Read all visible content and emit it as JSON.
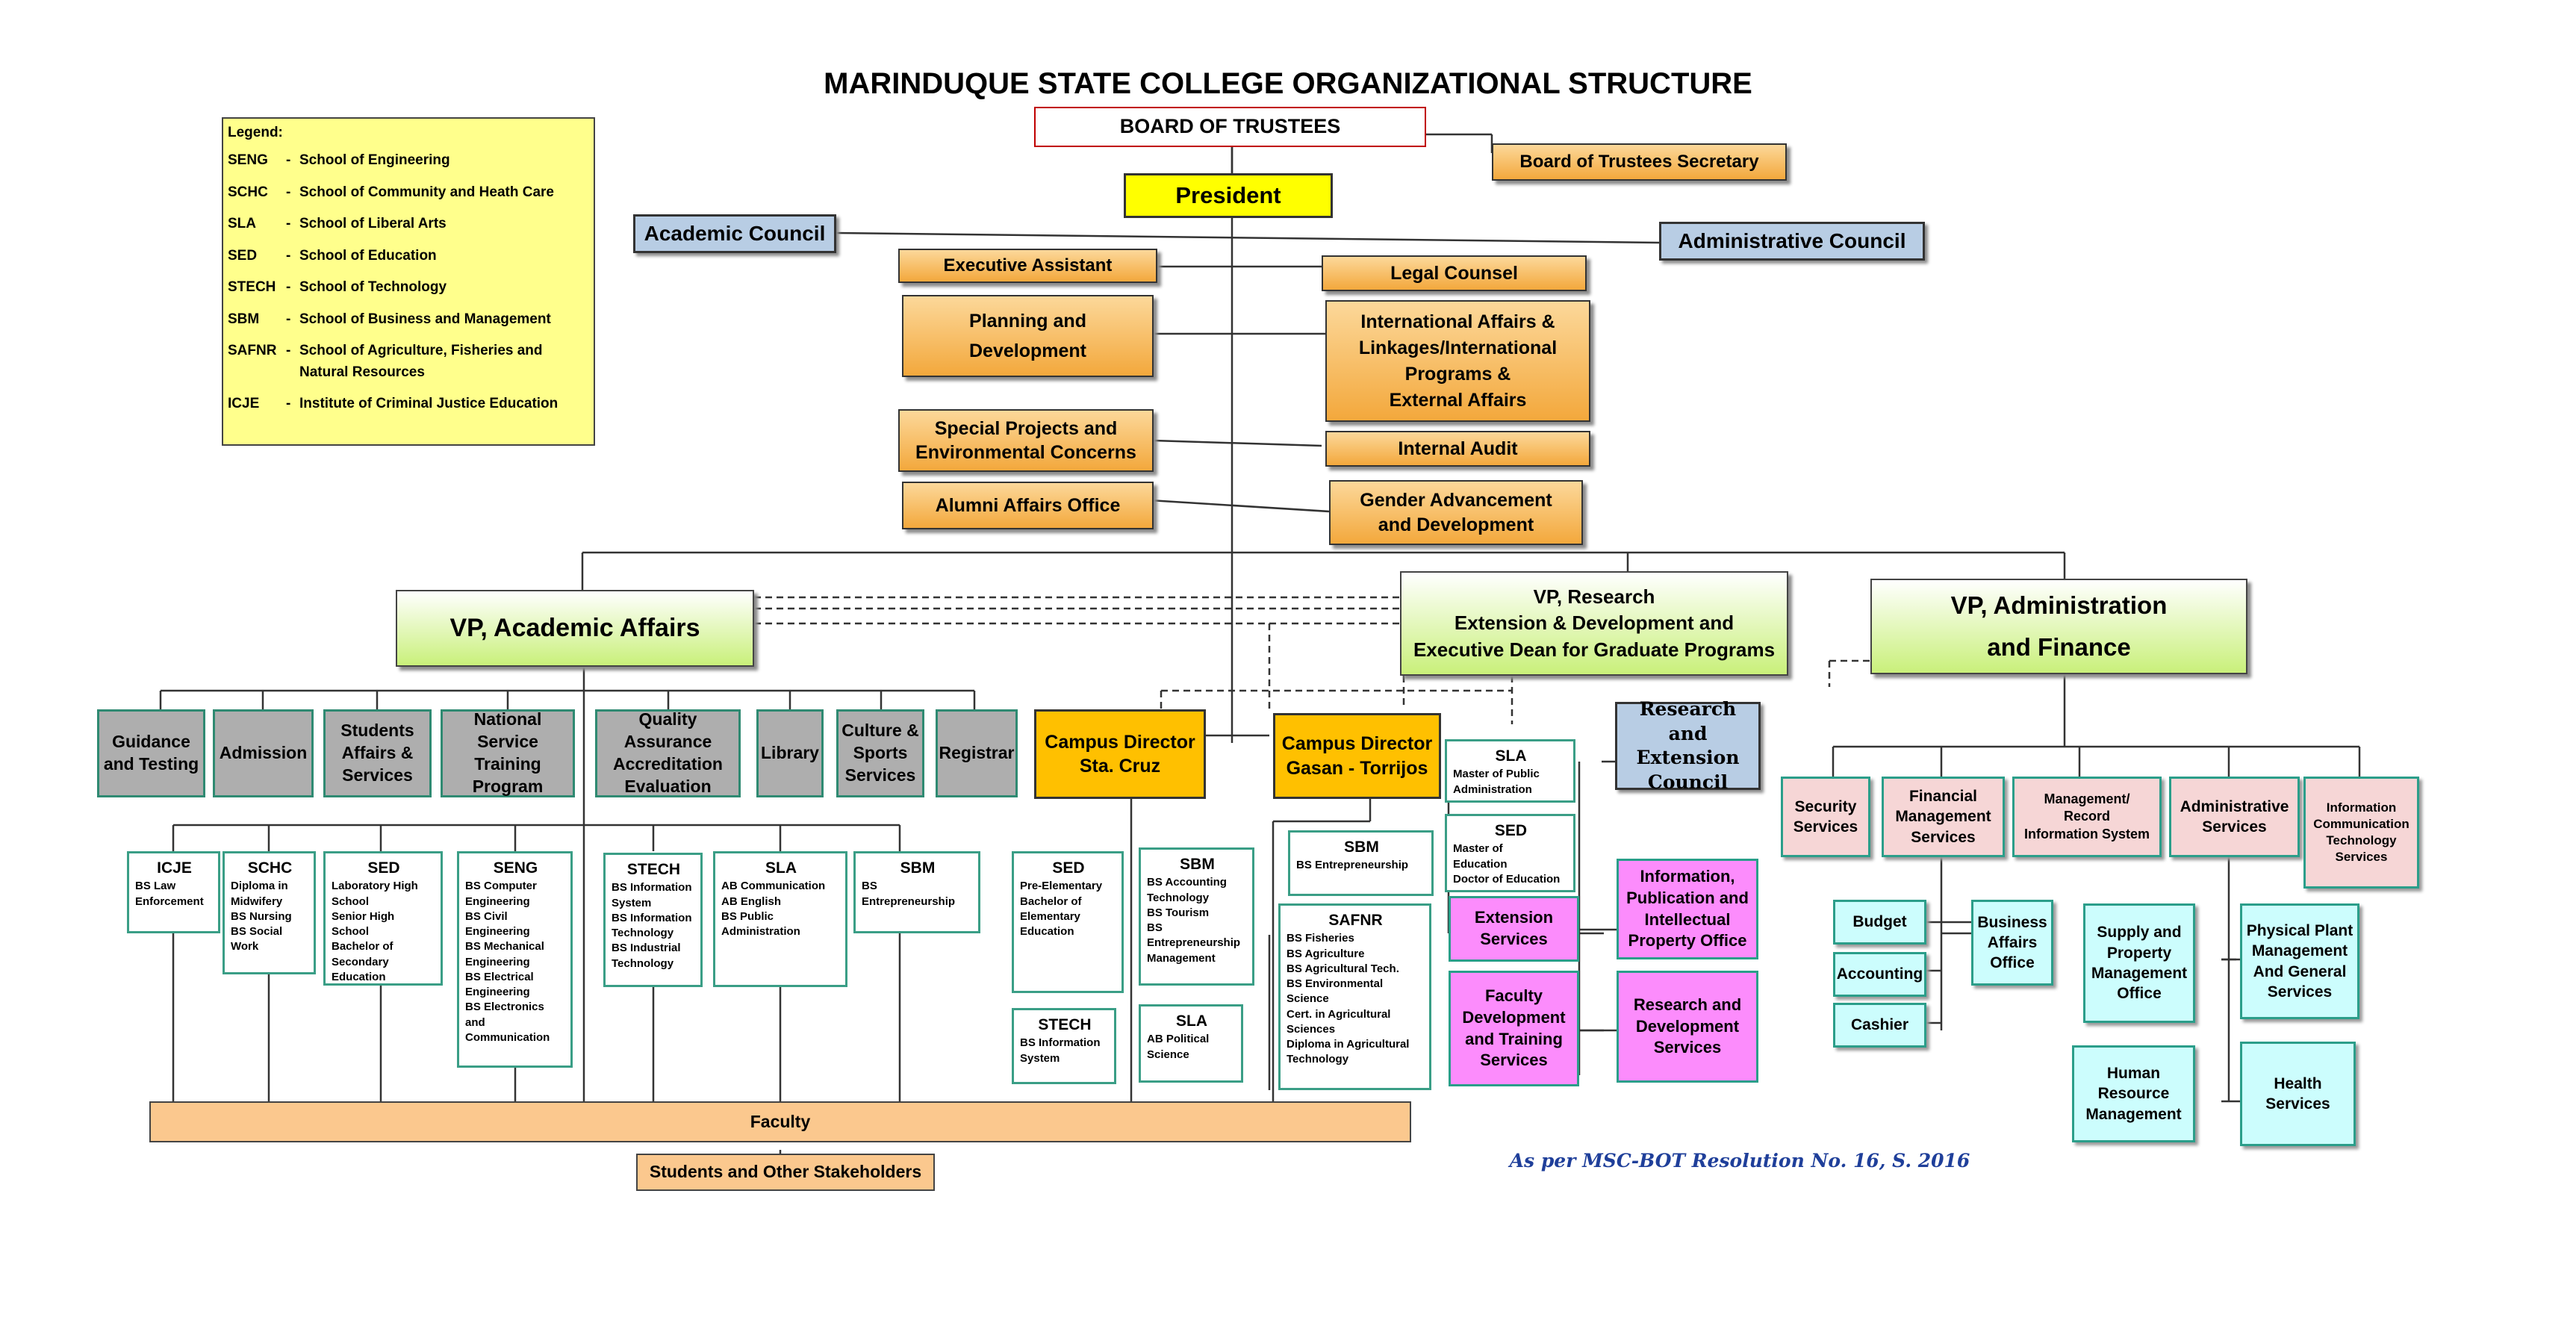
{
  "title": "MARINDUQUE STATE COLLEGE ORGANIZATIONAL STRUCTURE",
  "legend": {
    "heading": "Legend:",
    "items": [
      {
        "abbr": "SENG",
        "name": "School of Engineering"
      },
      {
        "abbr": "SCHC",
        "name": "School of Community and Heath Care"
      },
      {
        "abbr": "SLA",
        "name": "School of Liberal Arts"
      },
      {
        "abbr": "SED",
        "name": "School of Education"
      },
      {
        "abbr": "STECH",
        "name": "School of Technology"
      },
      {
        "abbr": "SBM",
        "name": "School  of Business and  Management"
      },
      {
        "abbr": "SAFNR",
        "name": "School  of  Agriculture, Fisheries and\nNatural  Resources"
      },
      {
        "abbr": "ICJE",
        "name": "Institute of Criminal Justice Education"
      }
    ]
  },
  "top": {
    "board": "BOARD OF TRUSTEES",
    "board_secretary": "Board of Trustees Secretary",
    "president": "President",
    "academic_council": "Academic Council",
    "administrative_council": "Administrative Council"
  },
  "staff_left": {
    "executive_assistant": "Executive Assistant",
    "planning": "Planning and\nDevelopment",
    "special_projects": "Special Projects and\nEnvironmental Concerns",
    "alumni": "Alumni Affairs Office"
  },
  "staff_right": {
    "legal_counsel": "Legal Counsel",
    "international": "International Affairs &\nLinkages/International\nPrograms &\nExternal Affairs",
    "internal_audit": "Internal Audit",
    "gender": "Gender  Advancement\nand Development"
  },
  "vps": {
    "academic": "VP, Academic Affairs",
    "research": "VP, Research\nExtension & Development and\nExecutive Dean for Graduate Programs",
    "admin": "VP, Administration\nand Finance"
  },
  "academic_units": [
    "Guidance\nand Testing",
    "Admission",
    "Students\nAffairs  &\nServices",
    "National\nService Training\nProgram",
    "Quality Assurance\nAccreditation\nEvaluation",
    "Library",
    "Culture &\nSports\nServices",
    "Registrar"
  ],
  "schools_main": [
    {
      "abbr": "ICJE",
      "programs": "BS Law\nEnforcement"
    },
    {
      "abbr": "SCHC",
      "programs": "Diploma in\nMidwifery\nBS Nursing\nBS Social\nWork"
    },
    {
      "abbr": "SED",
      "programs": "Laboratory High\nSchool\nSenior High\nSchool\nBachelor of\nSecondary\nEducation"
    },
    {
      "abbr": "SENG",
      "programs": "BS Computer\nEngineering\nBS Civil\nEngineering\nBS Mechanical\nEngineering\nBS Electrical\nEngineering\nBS Electronics\nand\nCommunication"
    },
    {
      "abbr": "STECH",
      "programs": "BS Information\nSystem\nBS Information\nTechnology\nBS Industrial\nTechnology"
    },
    {
      "abbr": "SLA",
      "programs": "AB Communication\nAB English\nBS Public\nAdministration"
    },
    {
      "abbr": "SBM",
      "programs": "BS\nEntrepreneurship"
    }
  ],
  "campus_sta_cruz": {
    "label": "Campus Director\nSta. Cruz",
    "schools": [
      {
        "abbr": "SED",
        "programs": "Pre-Elementary\nBachelor of\nElementary\nEducation"
      },
      {
        "abbr": "SBM",
        "programs": "BS Accounting\nTechnology\nBS Tourism\nBS\nEntrepreneurship\nManagement"
      },
      {
        "abbr": "STECH",
        "programs": "BS Information\nSystem"
      },
      {
        "abbr": "SLA",
        "programs": "AB Political\nScience"
      }
    ]
  },
  "campus_gasan": {
    "label": "Campus Director\nGasan - Torrijos",
    "schools": [
      {
        "abbr": "SLA",
        "programs": "Master of Public\nAdministration"
      },
      {
        "abbr": "SED",
        "programs": "Master of\nEducation\nDoctor of Education"
      },
      {
        "abbr": "SBM",
        "programs": "BS Entrepreneurship"
      },
      {
        "abbr": "SAFNR",
        "programs": "BS Fisheries\nBS Agriculture\nBS Agricultural Tech.\nBS Environmental\nScience\nCert. in Agricultural\nSciences\nDiploma in Agricultural\nTechnology"
      }
    ]
  },
  "research": {
    "council": "Research and\nExtension\nCouncil",
    "extension": "Extension\nServices",
    "faculty_dev": "Faculty\nDevelopment\nand Training\nServices",
    "info_pub": "Information,\nPublication and\nIntellectual\nProperty Office",
    "rd_services": "Research and\nDevelopment\nServices"
  },
  "admin_units": {
    "security": "Security\nServices",
    "financial": "Financial\nManagement\nServices",
    "records": "Management/\nRecord\nInformation System",
    "administrative": "Administrative\nServices",
    "ict": "Information\nCommunication\nTechnology\nServices",
    "budget": "Budget",
    "accounting": "Accounting",
    "cashier": "Cashier",
    "business_affairs": "Business\nAffairs\nOffice",
    "supply": "Supply and\nProperty\nManagement\nOffice",
    "physical_plant": "Physical Plant\nManagement\nAnd General\nServices",
    "hr": "Human\nResource\nManagement",
    "health": "Health\nServices"
  },
  "bottom": {
    "faculty": "Faculty",
    "students": "Students and Other Stakeholders"
  },
  "resolution": "As per MSC-BOT  Resolution No. 16, S. 2016"
}
